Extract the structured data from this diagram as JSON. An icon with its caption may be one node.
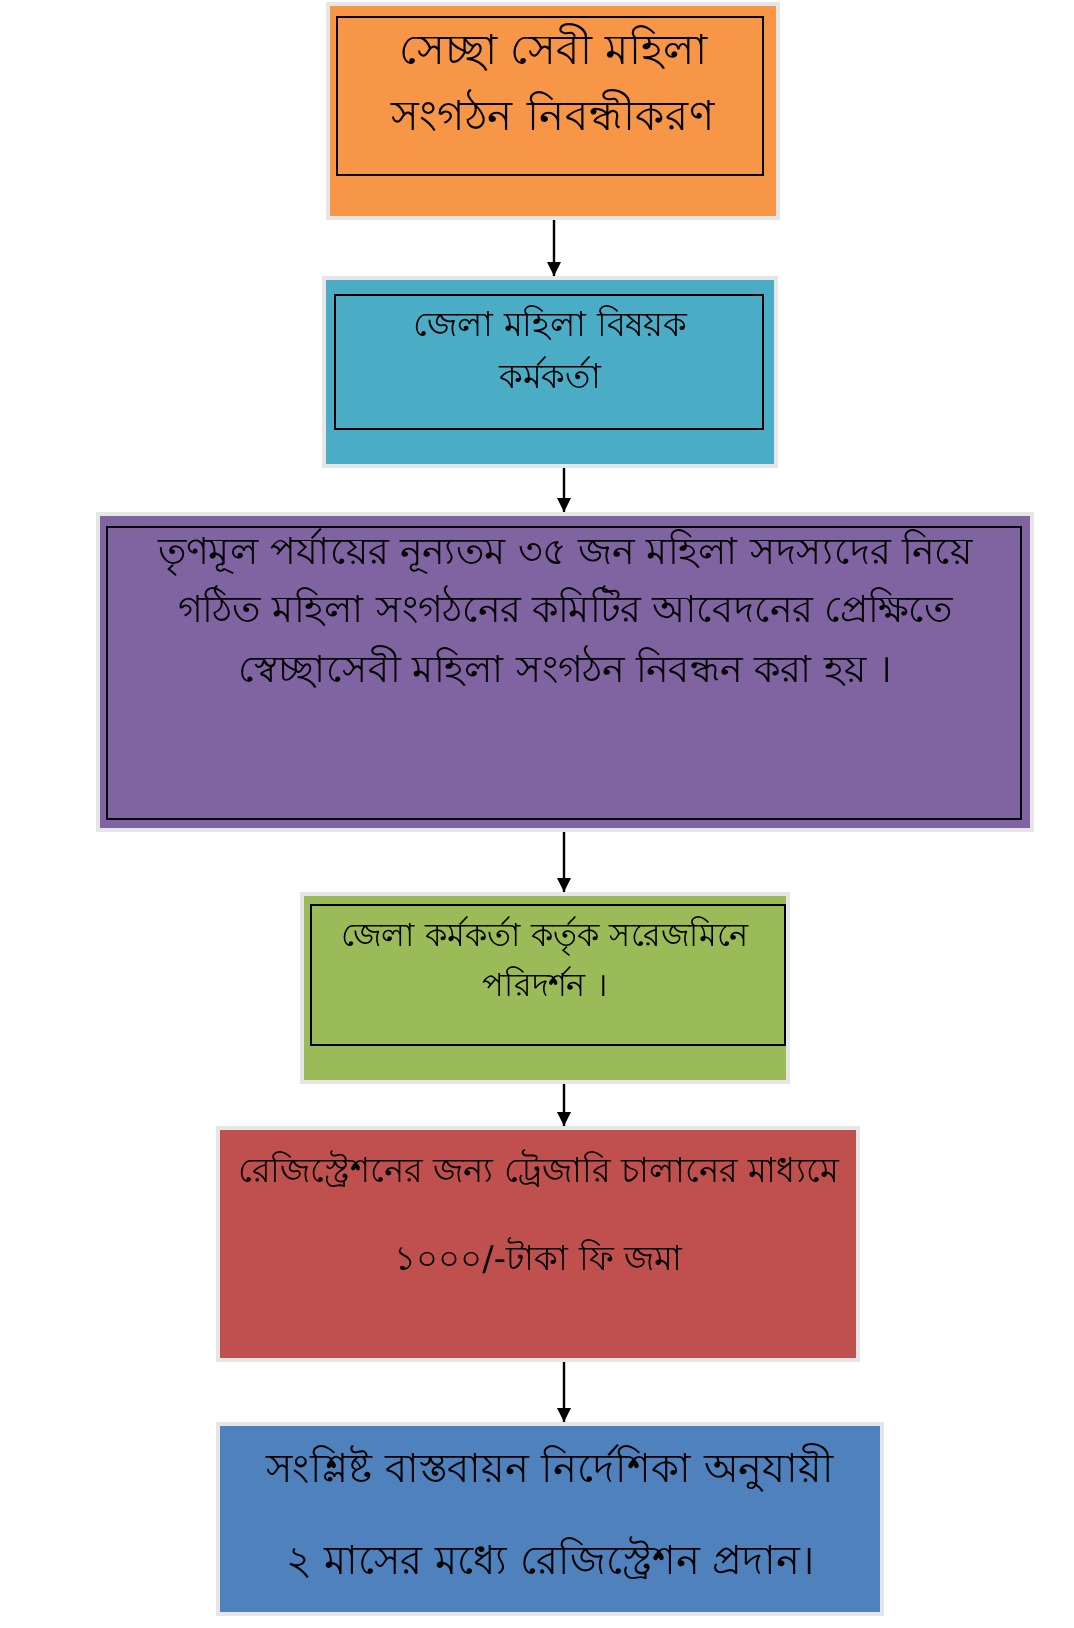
{
  "diagram": {
    "nodes": [
      {
        "text": [
          "সেচ্ছা সেবী মহিলা সংগঠন নিবন্ধীকরণ"
        ]
      },
      {
        "text": [
          "জেলা মহিলা বিষয়ক কর্মকর্তা"
        ]
      },
      {
        "text": [
          "তৃণমূল পর্যায়ের নূন্যতম ৩৫ জন মহিলা সদস্যদের নিয়ে গঠিত মহিলা সংগঠনের কমিটির আবেদনের প্রেক্ষিতে স্বেচ্ছাসেবী মহিলা সংগঠন নিবন্ধন করা হয় ।"
        ]
      },
      {
        "text": [
          "জেলা কর্মকর্তা কর্তৃক সরেজমিনে পরিদর্শন ।"
        ]
      },
      {
        "text": [
          "রেজিস্ট্রেশনের জন্য ট্রেজারি চালানের মাধ্যমে",
          "১০০০/-টাকা ফি জমা"
        ]
      },
      {
        "text": [
          "সংশ্লিষ্ট বাস্তবায়ন নির্দেশিকা অনুযায়ী",
          "২ মাসের মধ্যে রেজিস্ট্রেশন প্রদান।"
        ]
      }
    ],
    "edges": [
      {
        "from": 0,
        "to": 1,
        "arrow": "to"
      },
      {
        "from": 1,
        "to": 2,
        "arrow": "to"
      },
      {
        "from": 2,
        "to": 3,
        "arrow": "to"
      },
      {
        "from": 3,
        "to": 4,
        "arrow": "to"
      },
      {
        "from": 4,
        "to": 5,
        "arrow": "to"
      }
    ]
  }
}
